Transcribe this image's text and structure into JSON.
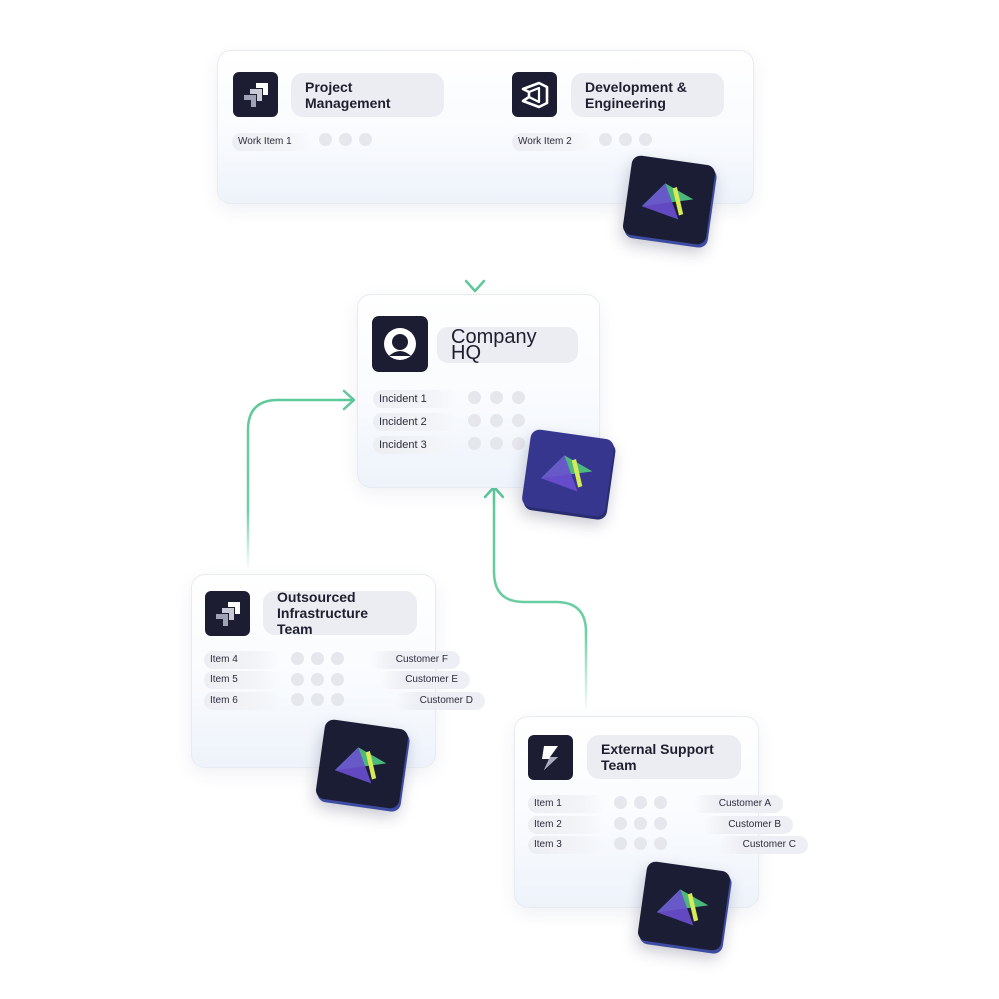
{
  "colors": {
    "connector": "#5ec99a",
    "logo_bg": "#1c1d33",
    "badge_bg": "#1b1d34",
    "badge_bg_indigo": "#37368f",
    "badge_green": "#4dc27e",
    "badge_purple": "#6a4fd0",
    "badge_yellow": "#d8ea55"
  },
  "top_card": {
    "project_management": {
      "icon": "jira-icon",
      "title": "Project\nManagement",
      "work_item": "Work Item 1"
    },
    "development_engineering": {
      "icon": "azure-devops-icon",
      "title": "Development &\nEngineering",
      "work_item": "Work Item 2"
    },
    "badge_icon": "exalate-sync-icon"
  },
  "hq_card": {
    "icon": "company-hq-logo-icon",
    "title": "Company HQ",
    "incidents": [
      "Incident 1",
      "Incident 2",
      "Incident 3"
    ],
    "badge_icon": "exalate-sync-icon"
  },
  "infra_card": {
    "icon": "jira-icon",
    "title": "Outsourced\nInfrastructure Team",
    "items": [
      "Item 4",
      "Item 5",
      "Item 6"
    ],
    "customers": [
      "Customer F",
      "Customer E",
      "Customer D"
    ],
    "badge_icon": "exalate-sync-icon"
  },
  "support_card": {
    "icon": "jira-service-management-icon",
    "title": "External Support\nTeam",
    "items": [
      "Item 1",
      "Item 2",
      "Item 3"
    ],
    "customers": [
      "Customer A",
      "Customer B",
      "Customer C"
    ],
    "badge_icon": "exalate-sync-icon"
  }
}
